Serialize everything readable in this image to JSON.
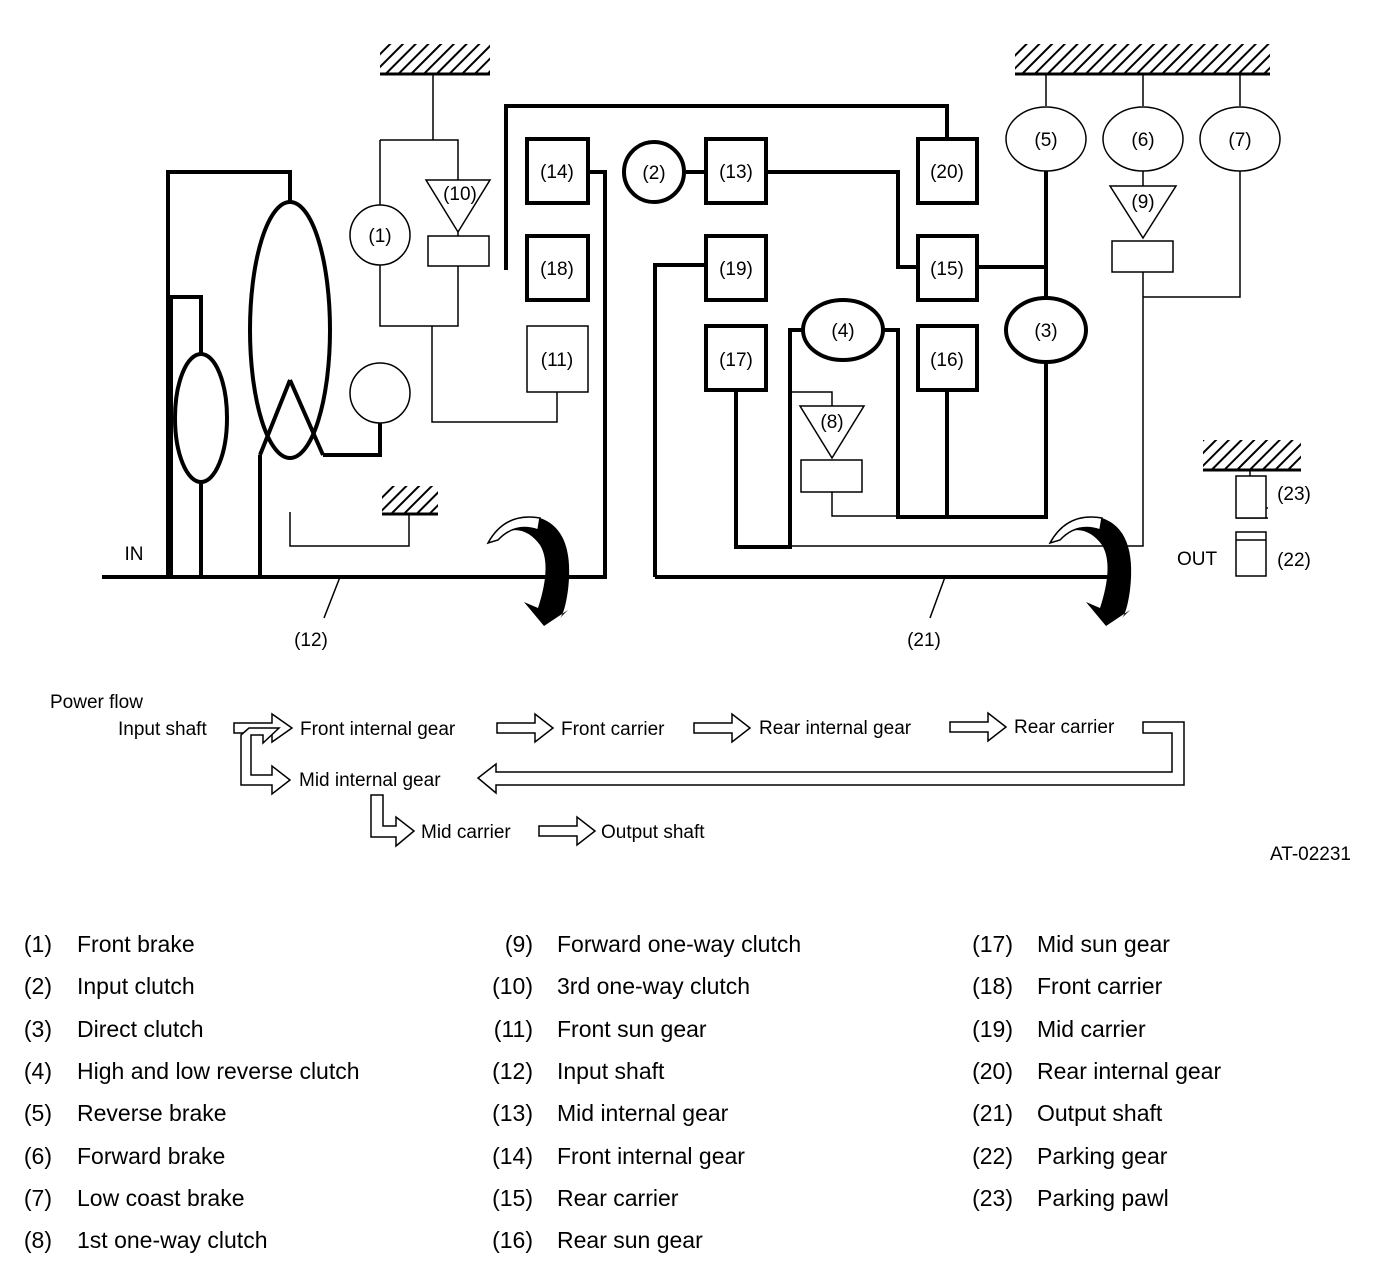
{
  "diagram": {
    "labels": {
      "n1": "(1)",
      "n2": "(2)",
      "n3": "(3)",
      "n4": "(4)",
      "n5": "(5)",
      "n6": "(6)",
      "n7": "(7)",
      "n8": "(8)",
      "n9": "(9)",
      "n10": "(10)",
      "n11": "(11)",
      "n12": "(12)",
      "n13": "(13)",
      "n14": "(14)",
      "n15": "(15)",
      "n16": "(16)",
      "n17": "(17)",
      "n18": "(18)",
      "n19": "(19)",
      "n20": "(20)",
      "n21": "(21)",
      "n22": "(22)",
      "n23": "(23)",
      "in": "IN",
      "out": "OUT"
    },
    "figure_id": "AT-02231"
  },
  "power_flow": {
    "title": "Power flow",
    "input_shaft": "Input shaft",
    "front_internal_gear": "Front internal gear",
    "front_carrier": "Front carrier",
    "rear_internal_gear": "Rear internal gear",
    "rear_carrier": "Rear carrier",
    "mid_internal_gear": "Mid internal gear",
    "mid_carrier": "Mid carrier",
    "output_shaft": "Output shaft"
  },
  "legend": [
    {
      "num": "(1)",
      "name": "Front brake"
    },
    {
      "num": "(2)",
      "name": "Input clutch"
    },
    {
      "num": "(3)",
      "name": "Direct clutch"
    },
    {
      "num": "(4)",
      "name": "High and low reverse clutch"
    },
    {
      "num": "(5)",
      "name": "Reverse brake"
    },
    {
      "num": "(6)",
      "name": "Forward brake"
    },
    {
      "num": "(7)",
      "name": "Low coast brake"
    },
    {
      "num": "(8)",
      "name": "1st one-way clutch"
    },
    {
      "num": "(9)",
      "name": "Forward one-way clutch"
    },
    {
      "num": "(10)",
      "name": "3rd one-way clutch"
    },
    {
      "num": "(11)",
      "name": "Front sun gear"
    },
    {
      "num": "(12)",
      "name": "Input shaft"
    },
    {
      "num": "(13)",
      "name": "Mid internal gear"
    },
    {
      "num": "(14)",
      "name": "Front internal gear"
    },
    {
      "num": "(15)",
      "name": "Rear carrier"
    },
    {
      "num": "(16)",
      "name": "Rear sun gear"
    },
    {
      "num": "(17)",
      "name": "Mid sun gear"
    },
    {
      "num": "(18)",
      "name": "Front carrier"
    },
    {
      "num": "(19)",
      "name": "Mid carrier"
    },
    {
      "num": "(20)",
      "name": "Rear internal gear"
    },
    {
      "num": "(21)",
      "name": "Output shaft"
    },
    {
      "num": "(22)",
      "name": "Parking gear"
    },
    {
      "num": "(23)",
      "name": "Parking pawl"
    }
  ]
}
